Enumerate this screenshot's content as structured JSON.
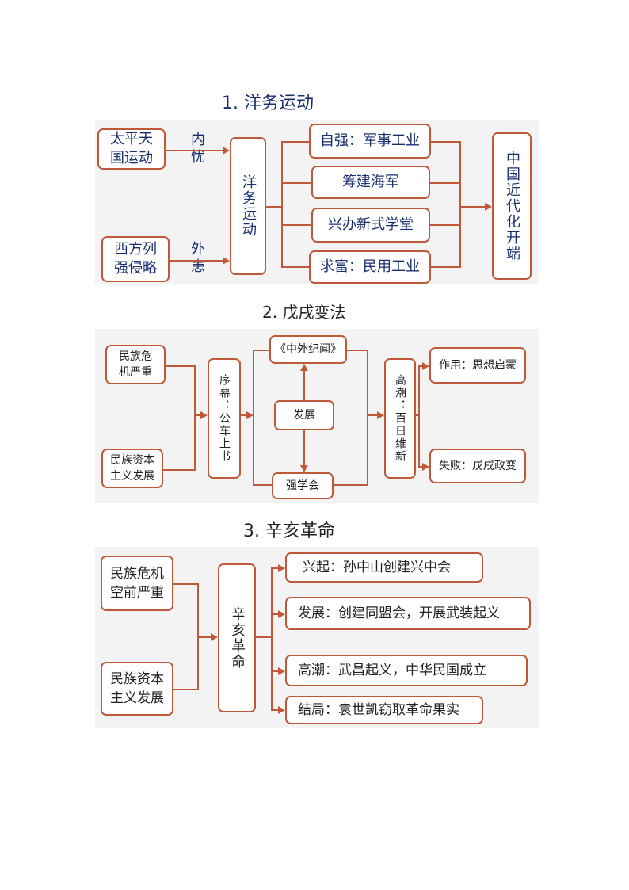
{
  "diagram1": {
    "title": "1. 洋务运动",
    "causes": [
      {
        "text": "太平天\n国运动",
        "label": "内\n忧"
      },
      {
        "text": "西方列\n强侵略",
        "label": "外\n患"
      }
    ],
    "center": "洋务运动",
    "branches": [
      "自强：军事工业",
      "筹建海军",
      "兴办新式学堂",
      "求富：民用工业"
    ],
    "result": "中国近代化开端"
  },
  "diagram2": {
    "title": "2. 戊戌变法",
    "causes": [
      "民族危\n机严重",
      "民族资本\n主义发展"
    ],
    "prelude": "序幕：公车上书",
    "top": "《中外纪闻》",
    "middle": "发展",
    "bottom": "强学会",
    "climax": "高潮：百日维新",
    "outcomes": [
      "作用：思想启蒙",
      "失败：戊戌政变"
    ]
  },
  "diagram3": {
    "title": "3. 辛亥革命",
    "causes": [
      "民族危机\n空前严重",
      "民族资本\n主义发展"
    ],
    "center": "辛亥革命",
    "stages": [
      "兴起：孙中山创建兴中会",
      "发展：创建同盟会，开展武装起义",
      "高潮：武昌起义，中华民国成立",
      "结局：袁世凯窃取革命果实"
    ]
  }
}
